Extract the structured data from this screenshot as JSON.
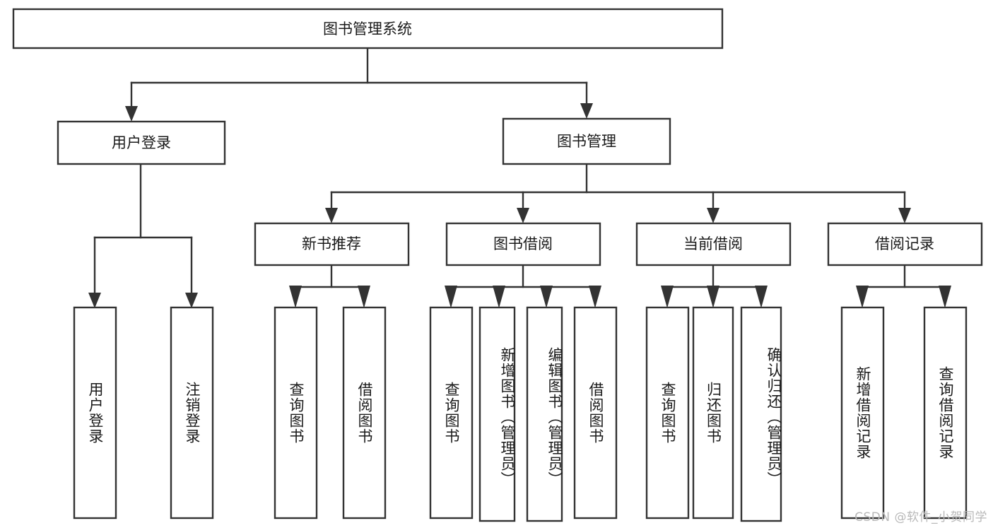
{
  "diagram": {
    "type": "tree-hierarchy",
    "title": "图书管理系统",
    "watermark": "CSDN @软件_小贺同学",
    "colors": {
      "stroke": "#333333",
      "fill": "#ffffff",
      "text": "#1a1a1a",
      "watermark": "#b8b8b8",
      "background": "#ffffff"
    },
    "levels": {
      "root": {
        "label": "图书管理系统",
        "orientation": "horizontal"
      },
      "level1": [
        {
          "label": "用户登录",
          "orientation": "horizontal"
        },
        {
          "label": "图书管理",
          "orientation": "horizontal"
        }
      ],
      "level2": [
        {
          "label": "新书推荐",
          "orientation": "horizontal",
          "parent": "图书管理"
        },
        {
          "label": "图书借阅",
          "orientation": "horizontal",
          "parent": "图书管理"
        },
        {
          "label": "当前借阅",
          "orientation": "horizontal",
          "parent": "图书管理"
        },
        {
          "label": "借阅记录",
          "orientation": "horizontal",
          "parent": "图书管理"
        }
      ],
      "leaves": [
        {
          "label": "用户登录",
          "orientation": "vertical",
          "parent": "用户登录"
        },
        {
          "label": "注销登录",
          "orientation": "vertical",
          "parent": "用户登录"
        },
        {
          "label": "查询图书",
          "orientation": "vertical",
          "parent": "新书推荐"
        },
        {
          "label": "借阅图书",
          "orientation": "vertical",
          "parent": "新书推荐"
        },
        {
          "label": "查询图书",
          "orientation": "vertical",
          "parent": "图书借阅"
        },
        {
          "label": "新增图书（管理员）",
          "orientation": "vertical",
          "parent": "图书借阅"
        },
        {
          "label": "编辑图书（管理员）",
          "orientation": "vertical",
          "parent": "图书借阅"
        },
        {
          "label": "借阅图书",
          "orientation": "vertical",
          "parent": "图书借阅"
        },
        {
          "label": "查询图书",
          "orientation": "vertical",
          "parent": "当前借阅"
        },
        {
          "label": "归还图书",
          "orientation": "vertical",
          "parent": "当前借阅"
        },
        {
          "label": "确认归还（管理员）",
          "orientation": "vertical",
          "parent": "当前借阅"
        },
        {
          "label": "新增借阅记录",
          "orientation": "vertical",
          "parent": "借阅记录"
        },
        {
          "label": "查询借阅记录",
          "orientation": "vertical",
          "parent": "借阅记录"
        }
      ]
    }
  }
}
